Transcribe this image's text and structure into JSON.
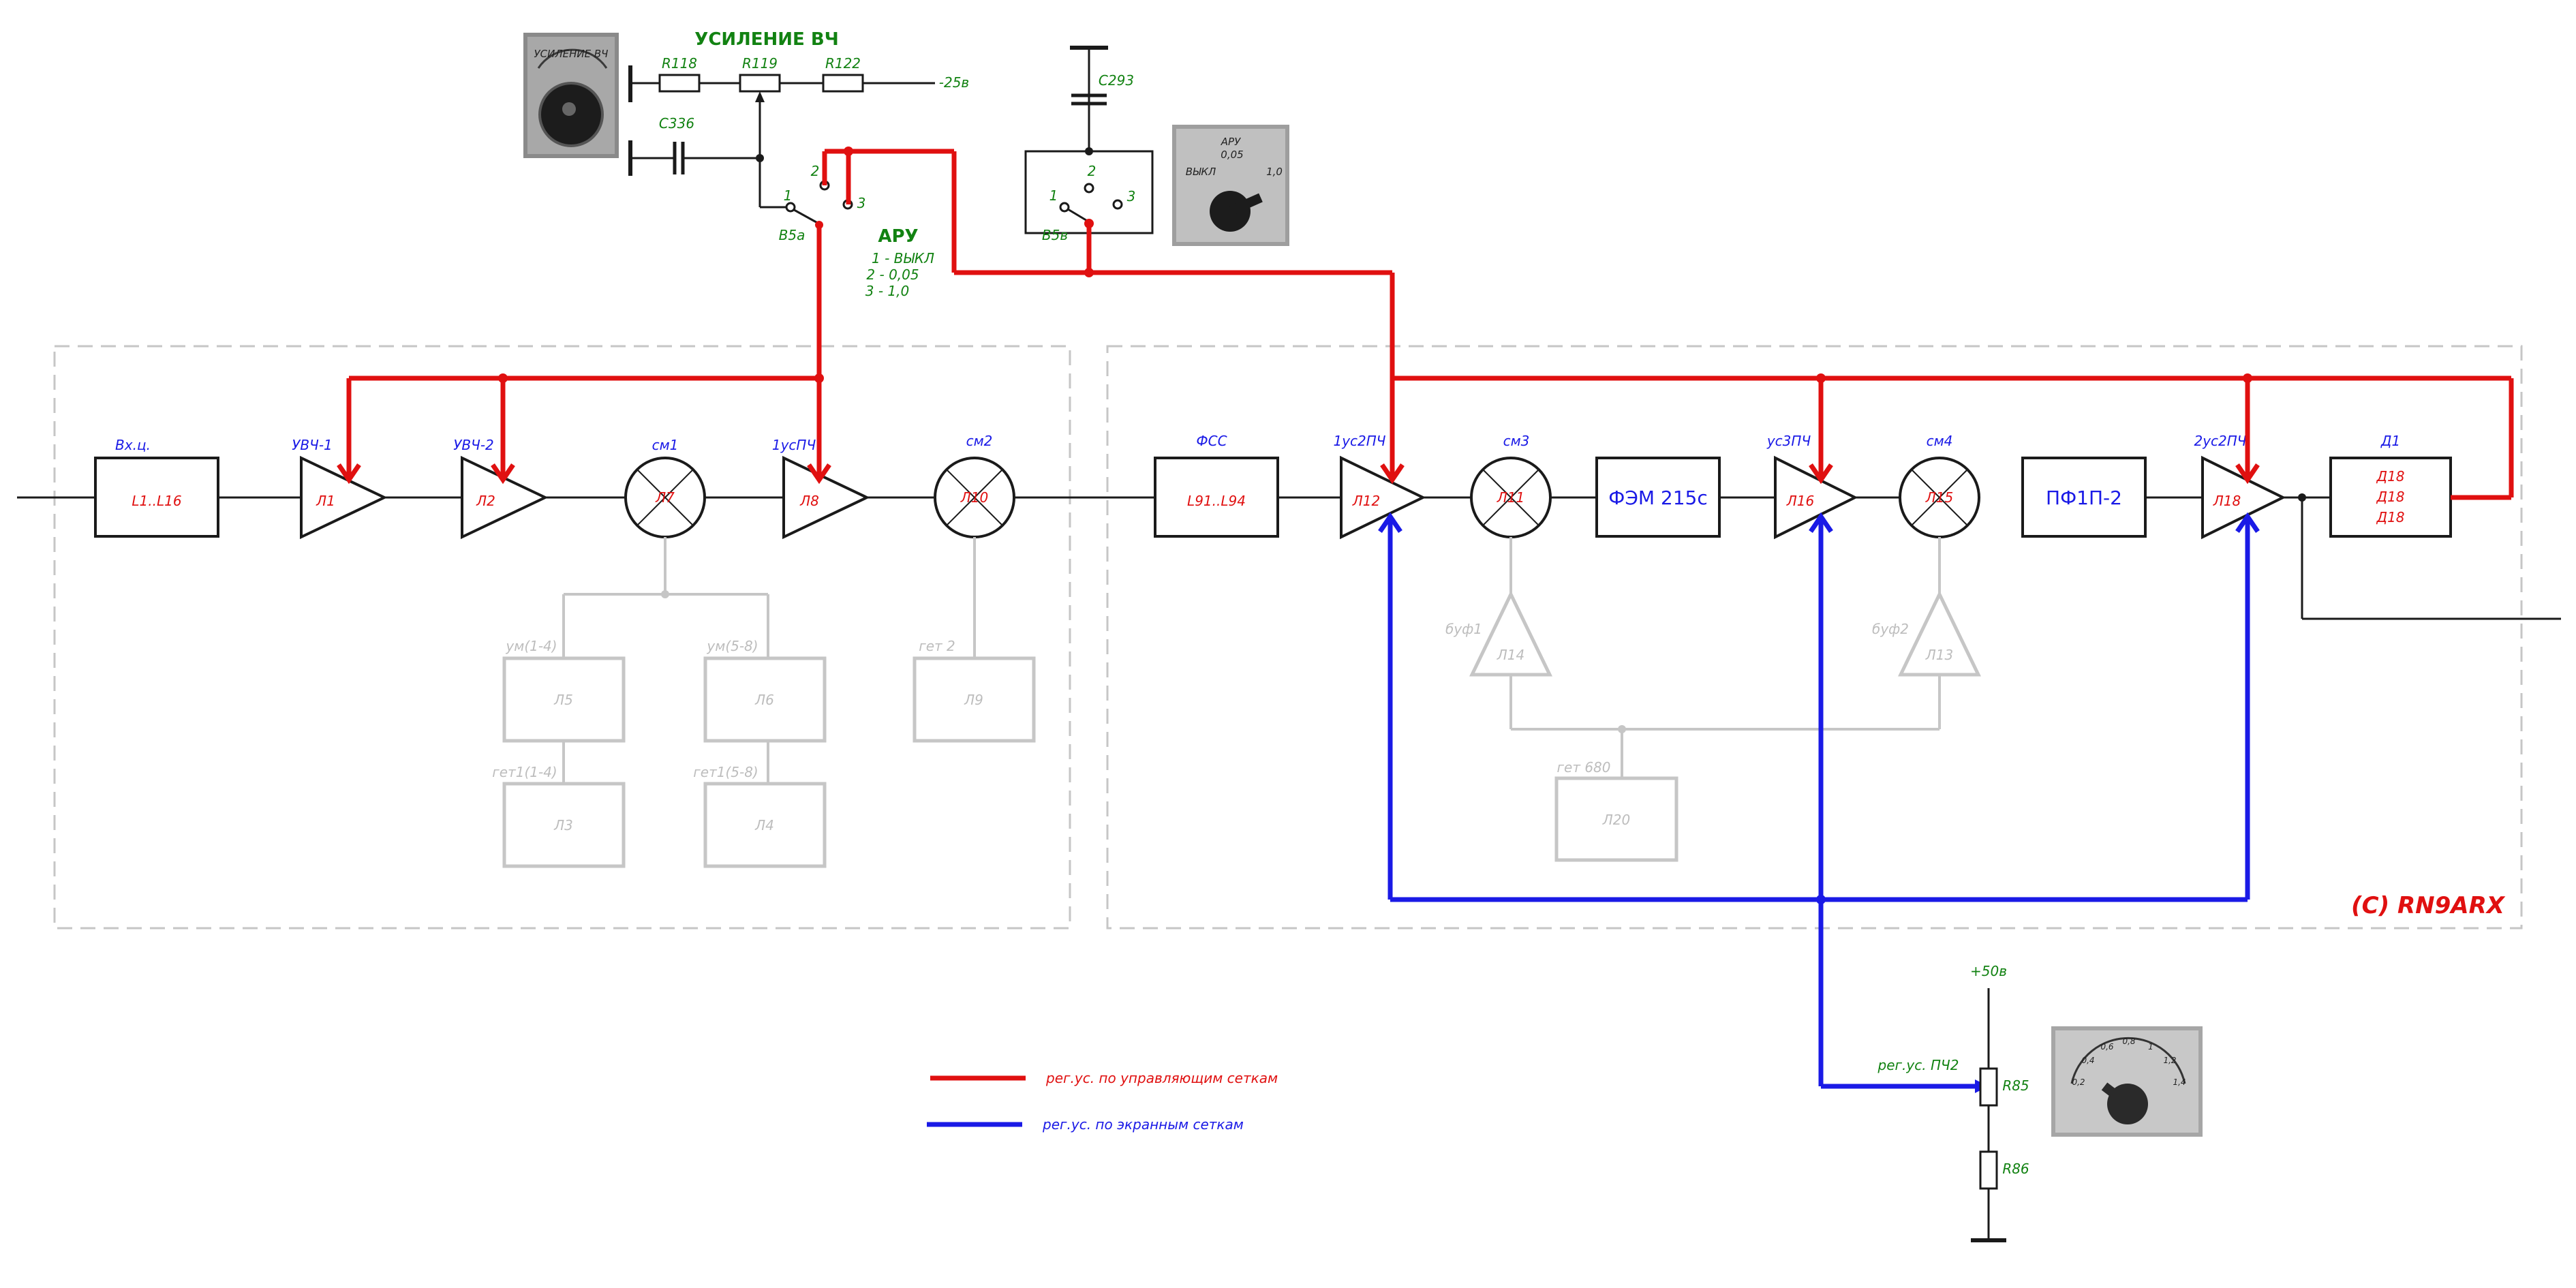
{
  "stages": {
    "input": {
      "caption": "Вх.ц.",
      "label": "L1..L16"
    },
    "uvch1": {
      "caption": "УВЧ-1",
      "label": "Л1"
    },
    "uvch2": {
      "caption": "УВЧ-2",
      "label": "Л2"
    },
    "mix1": {
      "caption": "см1",
      "label": "Л7"
    },
    "if1": {
      "caption": "1усПЧ",
      "label": "Л8"
    },
    "mix2": {
      "caption": "см2",
      "label": "Л10"
    },
    "fss": {
      "caption": "ФСС",
      "label": "L91..L94"
    },
    "if2": {
      "caption": "1ус2ПЧ",
      "label": "Л12"
    },
    "mix3": {
      "caption": "см3",
      "label": "Л11"
    },
    "fem": {
      "label": "ФЭМ 215с"
    },
    "if3": {
      "caption": "ус3ПЧ",
      "label": "Л16"
    },
    "mix4": {
      "caption": "см4",
      "label": "Л15"
    },
    "pf": {
      "label": "ПФ1П-2"
    },
    "if4": {
      "caption": "2ус2ПЧ",
      "label": "Л18"
    },
    "det": {
      "caption": "Д1",
      "lines": [
        "Д18",
        "Д18",
        "Д18"
      ]
    }
  },
  "aux": {
    "um14": {
      "caption": "ум(1-4)",
      "label": "Л5"
    },
    "um58": {
      "caption": "ум(5-8)",
      "label": "Л6"
    },
    "get14": {
      "caption": "гет1(1-4)",
      "label": "Л3"
    },
    "get58": {
      "caption": "гет1(5-8)",
      "label": "Л4"
    },
    "get2": {
      "caption": "гет 2",
      "label": "Л9"
    },
    "buf1": {
      "caption": "буф1",
      "label": "Л14"
    },
    "buf2": {
      "caption": "буф2",
      "label": "Л13"
    },
    "get680": {
      "caption": "гет 680",
      "label": "Л20"
    }
  },
  "rf_gain": {
    "title": "УСИЛЕНИЕ ВЧ",
    "knob_caption": "УСИЛЕНИЕ ВЧ",
    "r118": "R118",
    "r119": "R119",
    "r122": "R122",
    "supply": "-25в",
    "cap": "С336"
  },
  "agc": {
    "title": "АРУ",
    "legend": [
      "1 - ВЫКЛ",
      "2 - 0,05",
      "3 - 1,0"
    ],
    "switch_a": "В5а",
    "switch_b": "В5в",
    "cap": "С293",
    "pos": [
      "1",
      "2",
      "3"
    ],
    "knob_caption": "АРУ",
    "knob_labels": [
      "ВЫКЛ",
      "0,05",
      "1,0"
    ]
  },
  "if_gain": {
    "label": "рег.ус. ПЧ2",
    "supply": "+50в",
    "r85": "R85",
    "r86": "R86",
    "dial_ticks": [
      "0,2",
      "0,4",
      "0,6",
      "0,8",
      "1",
      "1,2",
      "1,4"
    ]
  },
  "legend": {
    "red": "рег.ус. по управляющим сеткам",
    "blue": "рег.ус. по экранным сеткам"
  },
  "copyright": "(C) RN9ARX",
  "colors": {
    "red": "#e01010",
    "blue": "#1a1ae6",
    "green": "#128212",
    "gray": "#bdbdbd",
    "black": "#1a1a1a"
  }
}
